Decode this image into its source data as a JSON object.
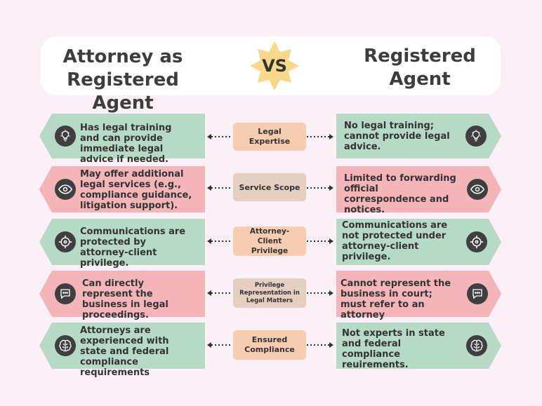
{
  "header": {
    "left_title": "Attorney as Registered Agent",
    "right_title": "Registered Agent",
    "vs": "VS"
  },
  "colors": {
    "green": "#b7d9c8",
    "pink": "#f3b5b7",
    "peach": "#f6cdb0",
    "tan": "#e4cfc1",
    "star": "#f8d98a"
  },
  "rows": [
    {
      "left_text": "Has legal training and can provide immediate legal advice if needed.",
      "center": "Legal Expertise",
      "right_text": "No legal training; cannot provide legal advice.",
      "color": "green",
      "icon": "lightbulb-icon"
    },
    {
      "left_text": "May offer additional legal services (e.g., compliance guidance, litigation support).",
      "center": "Service Scope",
      "right_text": "Limited to forwarding official correspondence and notices.",
      "color": "pink",
      "icon": "eye-icon"
    },
    {
      "left_text": "Communications are protected by attorney-client privilege.",
      "center": "Attorney-Client Privilege",
      "right_text": "Communications are not protected under attorney-client privilege.",
      "color": "green",
      "icon": "crosshair-icon"
    },
    {
      "left_text": "Can directly represent the business in legal proceedings.",
      "center": "Privilege Representation in Legal Matters",
      "right_text": "Cannot represent the business in court; must refer to an attorney",
      "color": "pink",
      "icon": "chat-bubble-icon"
    },
    {
      "left_text": "Attorneys are experienced with state and federal compliance requirements",
      "center": "Ensured Compliance",
      "right_text": "Not experts in state and federal compliance reuirements.",
      "color": "green",
      "icon": "brain-icon"
    }
  ]
}
